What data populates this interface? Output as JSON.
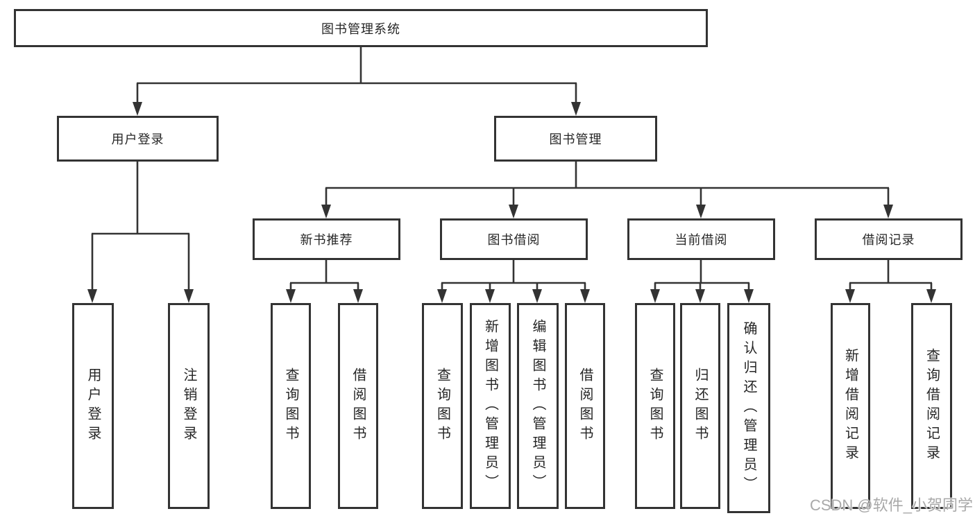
{
  "diagram": {
    "tree": {
      "label": "图书管理系统",
      "children": [
        {
          "label": "用户登录",
          "children": [
            {
              "label": "用户登录"
            },
            {
              "label": "注销登录"
            }
          ]
        },
        {
          "label": "图书管理",
          "children": [
            {
              "label": "新书推荐",
              "children": [
                {
                  "label": "查询图书"
                },
                {
                  "label": "借阅图书"
                }
              ]
            },
            {
              "label": "图书借阅",
              "children": [
                {
                  "label": "查询图书"
                },
                {
                  "label": "新增图书（管理员）"
                },
                {
                  "label": "编辑图书（管理员）"
                },
                {
                  "label": "借阅图书"
                }
              ]
            },
            {
              "label": "当前借阅",
              "children": [
                {
                  "label": "查询图书"
                },
                {
                  "label": "归还图书"
                },
                {
                  "label": "确认归还（管理员）"
                }
              ]
            },
            {
              "label": "借阅记录",
              "children": [
                {
                  "label": "新增借阅记录"
                },
                {
                  "label": "查询借阅记录"
                }
              ]
            }
          ]
        }
      ]
    }
  },
  "watermark": {
    "text": "CSDN @软件_小贺同学"
  },
  "colors": {
    "line": "#333333",
    "box_border": "#333333",
    "text": "#262626",
    "background": "#ffffff",
    "watermark_color": "#a9a9a9"
  }
}
